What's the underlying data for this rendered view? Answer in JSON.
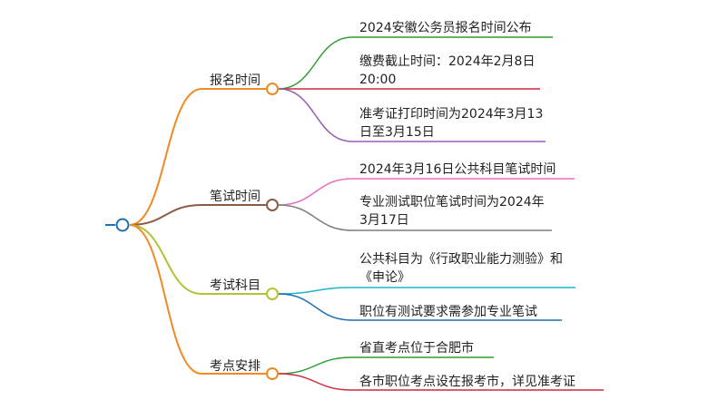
{
  "branches": [
    {
      "label": "报名时间",
      "color": "#f08a24",
      "leaves": [
        {
          "text": "2024安徽公务员报名时间公布",
          "color": "#2e9e2e"
        },
        {
          "text": "缴费截止时间：2024年2月8日20:00",
          "color": "#d0283c"
        },
        {
          "text": "准考证打印时间为2024年3月13日至3月15日",
          "color": "#9b59b6"
        }
      ]
    },
    {
      "label": "笔试时间",
      "color": "#8b5a44",
      "leaves": [
        {
          "text": "2024年3月16日公共科目笔试时间",
          "color": "#e96bc4"
        },
        {
          "text": "专业测试职位笔试时间为2024年3月17日",
          "color": "#7f7f7f"
        }
      ]
    },
    {
      "label": "考试科目",
      "color": "#b5c234",
      "leaves": [
        {
          "text": "公共科目为《行政职业能力测验》和《申论》",
          "color": "#1fb5c8"
        },
        {
          "text": "职位有测试要求需参加专业笔试",
          "color": "#1f6fb5"
        }
      ]
    },
    {
      "label": "考点安排",
      "color": "#f08a24",
      "leaves": [
        {
          "text": "省直考点位于合肥市",
          "color": "#2e9e2e"
        },
        {
          "text": "各市职位考点设在报考市，详见准考证",
          "color": "#d0283c"
        }
      ]
    }
  ],
  "root_color": "#1f6fb5"
}
